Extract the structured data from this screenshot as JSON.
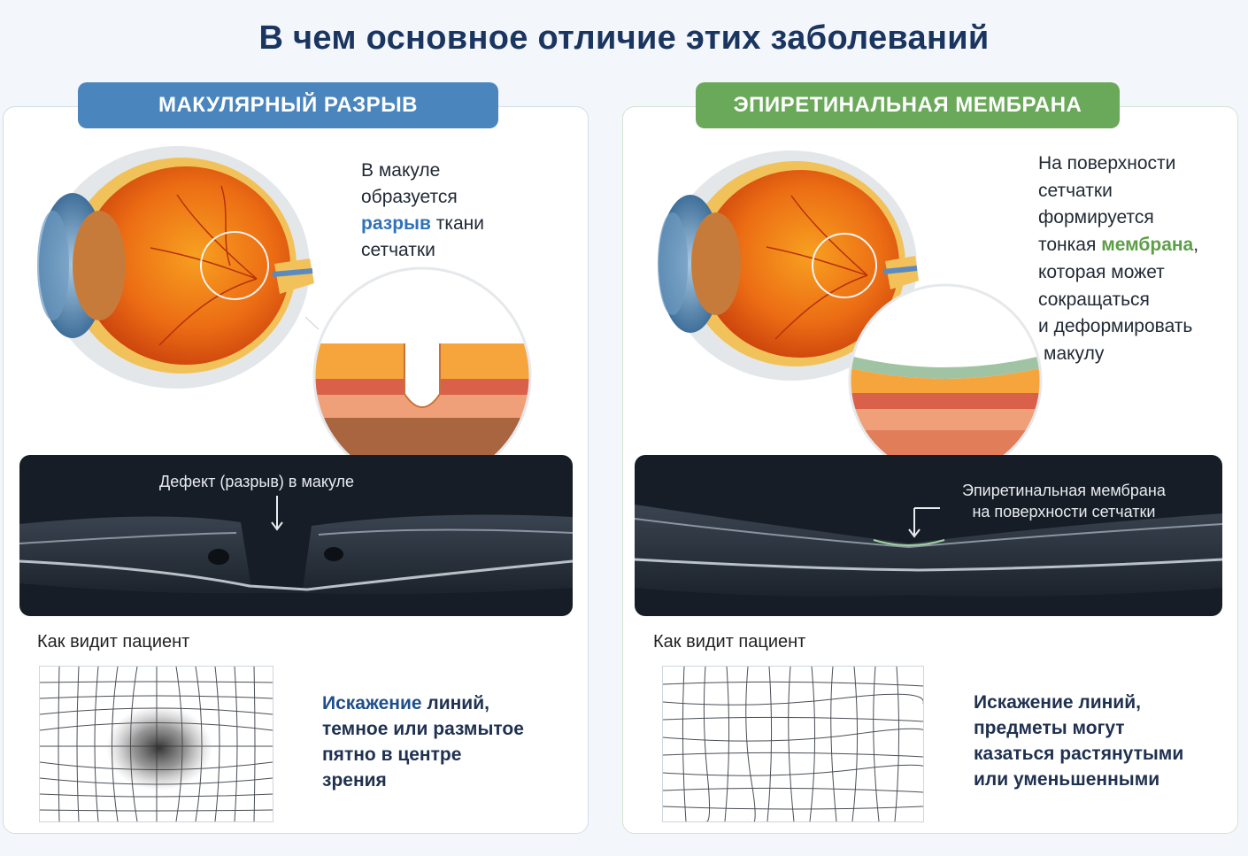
{
  "title": "В чем основное отличие этих заболеваний",
  "left": {
    "badge": "МАКУЛЯРНЫЙ РАЗРЫВ",
    "desc": {
      "line1": "В макуле",
      "line2": "образуется",
      "line3_hl": "разрыв",
      "line3_rest": " ткани",
      "line4": "сетчатки"
    },
    "oct_label": "Дефект (разрыв) в макуле",
    "see_label": "Как видит пациент",
    "symptom": {
      "hl": "Искажение",
      "line1_rest": " линий,",
      "line2": "темное или размытое",
      "line3": "пятно в центре",
      "line4": "зрения"
    }
  },
  "right": {
    "badge": "ЭПИРЕТИНАЛЬНАЯ МЕМБРАНА",
    "desc": {
      "line1": "На поверхности",
      "line2": "сетчатки",
      "line3": "формируется",
      "line4_pre": "тонкая ",
      "line4_hl": "мембрана",
      "line4_post": ",",
      "line5": "которая может",
      "line6": "сокращаться",
      "line7": "и деформировать",
      "line8": "макулу"
    },
    "oct_label_1": "Эпиретинальная мембрана",
    "oct_label_2": "на поверхности сетчатки",
    "see_label": "Как видит пациент",
    "symptom": {
      "line1": "Искажение линий,",
      "line2": "предметы могут",
      "line3": "казаться растянутыми",
      "line4": "или уменьшенными"
    }
  },
  "colors": {
    "title": "#1a3560",
    "badge_left": "#4a86bd",
    "badge_right": "#6ba95a",
    "highlight_blue": "#2f72b8",
    "highlight_green": "#5d9e49"
  }
}
